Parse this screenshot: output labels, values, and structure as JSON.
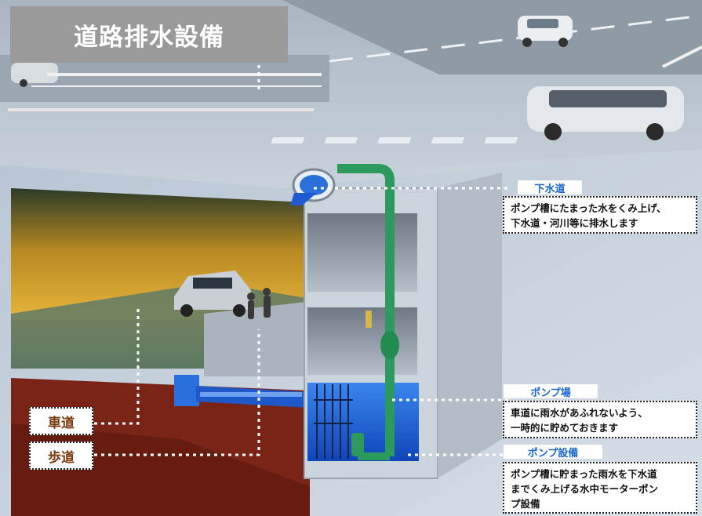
{
  "title": "道路排水設備",
  "callouts": {
    "sewer": {
      "tag": "下水道",
      "text": "ポンプ槽にたまった水をくみ上げ、\n下水道・河川等に排水します"
    },
    "pump_station": {
      "tag": "ポンプ場",
      "text": "車道に雨水があふれないよう、\n一時的に貯めておきます"
    },
    "pump_equipment": {
      "tag": "ポンプ設備",
      "text": "ポンプ槽に貯まった雨水を下水道\nまでくみ上げる水中モーターポン\nプ設備"
    }
  },
  "labels": {
    "roadway": "車道",
    "sidewalk": "歩道"
  },
  "colors": {
    "title_bg": "#9a9a9a",
    "tag_text": "#1a66d0",
    "road_label_text": "#7a3a0c",
    "pipe": "#2c9a5c",
    "water": "#1860d8"
  }
}
